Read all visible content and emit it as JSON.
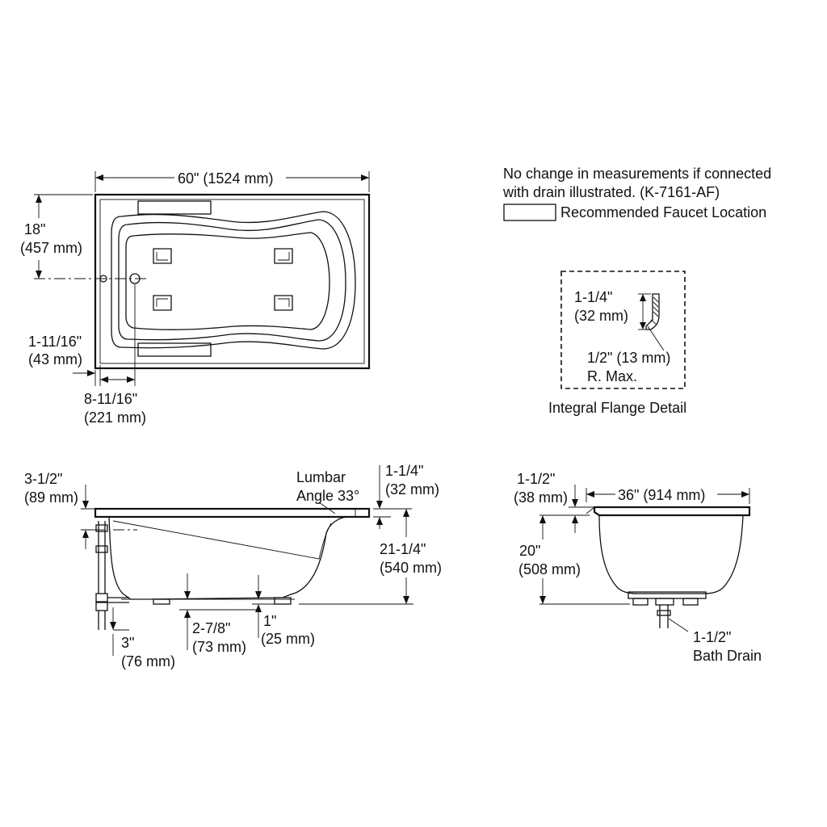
{
  "notes": {
    "line1": "No change in measurements if connected",
    "line2": "with drain illustrated. (K-7161-AF)",
    "faucet_legend": "Recommended Faucet Location"
  },
  "plan_view": {
    "width_dim": "60\" (1524 mm)",
    "drain_offset": [
      "18\"",
      "(457 mm)"
    ],
    "rim_edge": [
      "1-11/16\"",
      "(43 mm)"
    ],
    "drain_from_end": [
      "8-11/16\"",
      "(221 mm)"
    ]
  },
  "flange_detail": {
    "height": [
      "1-1/4\"",
      "(32 mm)"
    ],
    "radius": [
      "1/2\" (13 mm)",
      "R. Max."
    ],
    "title": "Integral Flange Detail"
  },
  "side_view": {
    "rim_drop": [
      "3-1/2\"",
      "(89 mm)"
    ],
    "lumbar": [
      "Lumbar",
      "Angle 33°"
    ],
    "flange": [
      "1-1/4\"",
      "(32 mm)"
    ],
    "height": [
      "21-1/4\"",
      "(540 mm)"
    ],
    "drain_below": [
      "3\"",
      "(76 mm)"
    ],
    "floor_to_bottom": [
      "2-7/8\"",
      "(73 mm)"
    ],
    "foot": [
      "1\"",
      "(25 mm)"
    ]
  },
  "end_view": {
    "flange": [
      "1-1/2\"",
      "(38 mm)"
    ],
    "width_dim": "36\" (914 mm)",
    "depth": [
      "20\"",
      "(508 mm)"
    ],
    "drain": [
      "1-1/2\"",
      "Bath Drain"
    ]
  }
}
